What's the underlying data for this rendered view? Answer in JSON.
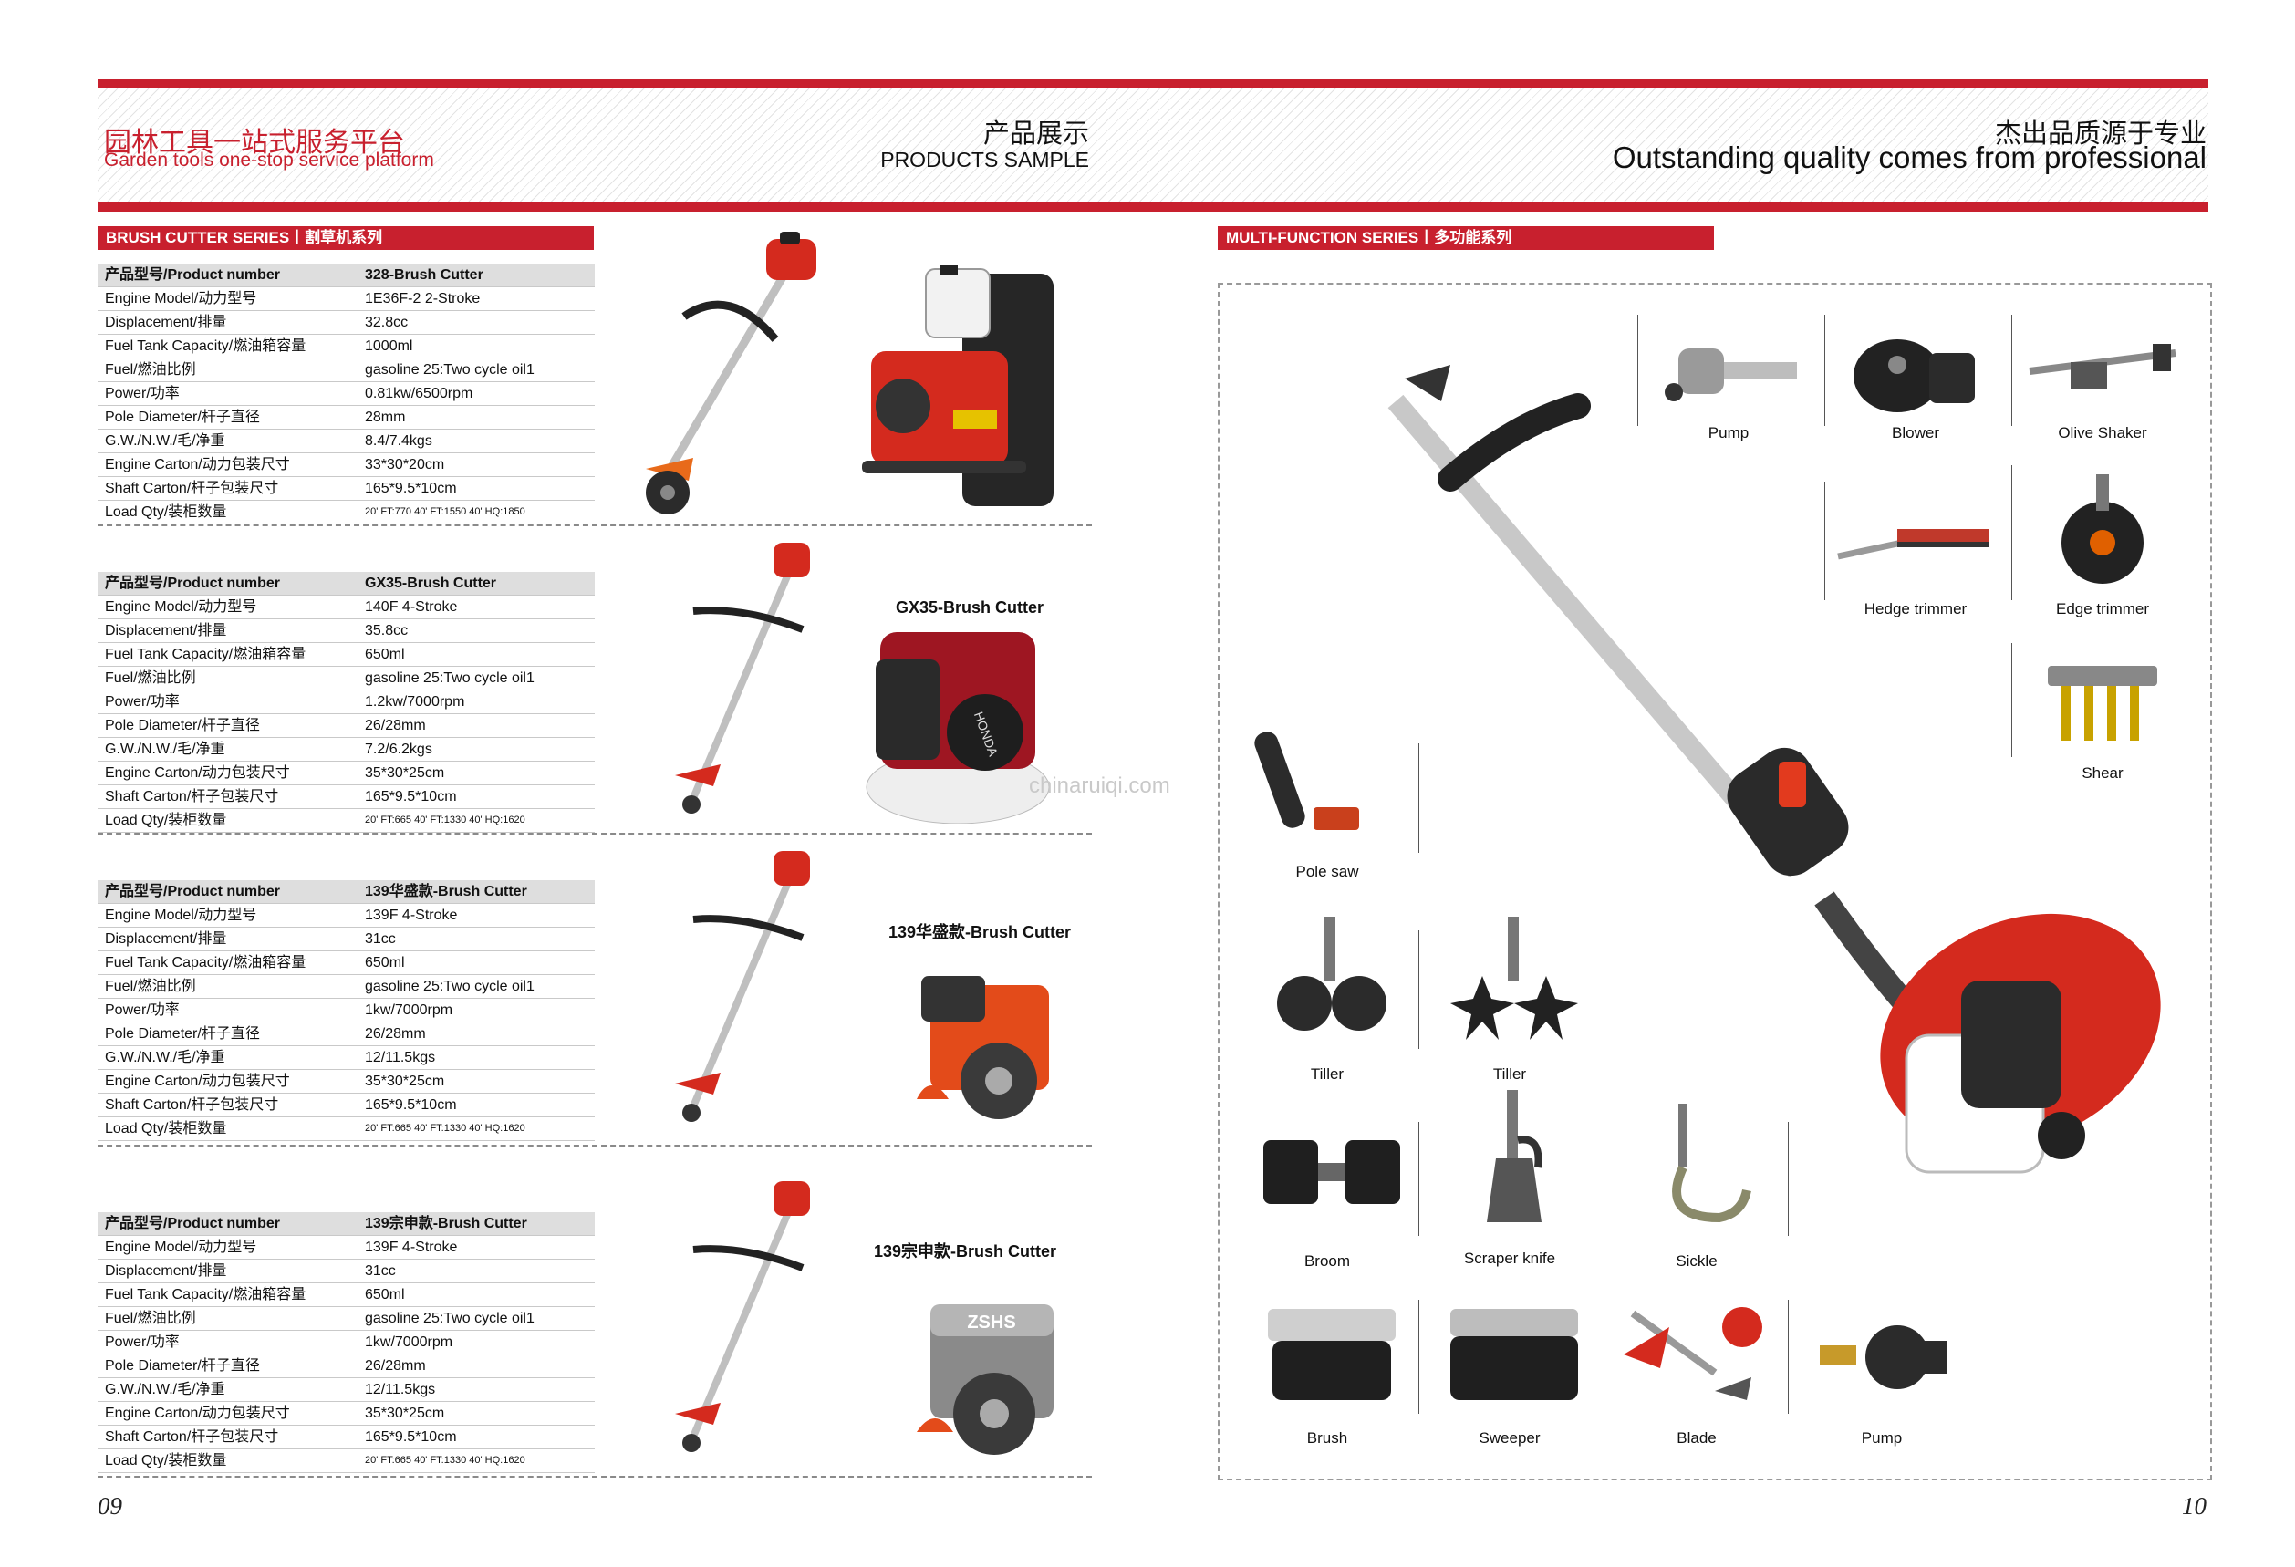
{
  "header": {
    "left_cn": "园林工具一站式服务平台",
    "left_en": "Garden tools one-stop service platform",
    "mid_cn": "产品展示",
    "mid_en": "PRODUCTS SAMPLE",
    "right_cn": "杰出品质源于专业",
    "right_en": "Outstanding quality comes from professional"
  },
  "brush_series": {
    "title": "BRUSH CUTTER SERIES丨割草机系列",
    "tables": [
      {
        "head": [
          "产品型号/Product number",
          "328-Brush Cutter"
        ],
        "rows": [
          [
            "Engine Model/动力型号",
            "1E36F-2  2-Stroke"
          ],
          [
            "Displacement/排量",
            "32.8cc"
          ],
          [
            "Fuel Tank Capacity/燃油箱容量",
            "1000ml"
          ],
          [
            "Fuel/燃油比例",
            "gasoline 25:Two cycle oil1"
          ],
          [
            "Power/功率",
            "0.81kw/6500rpm"
          ],
          [
            "Pole Diameter/杆子直径",
            "28mm"
          ],
          [
            "G.W./N.W./毛/净重",
            "8.4/7.4kgs"
          ],
          [
            "Engine Carton/动力包装尺寸",
            "33*30*20cm"
          ],
          [
            "Shaft Carton/杆子包装尺寸",
            "165*9.5*10cm"
          ]
        ],
        "load": [
          "Load Qty/装柜数量",
          "20' FT:770  40' FT:1550  40' HQ:1850"
        ]
      },
      {
        "head": [
          "产品型号/Product number",
          "GX35-Brush Cutter"
        ],
        "rows": [
          [
            "Engine Model/动力型号",
            "140F  4-Stroke"
          ],
          [
            "Displacement/排量",
            "35.8cc"
          ],
          [
            "Fuel Tank Capacity/燃油箱容量",
            "650ml"
          ],
          [
            "Fuel/燃油比例",
            "gasoline 25:Two cycle oil1"
          ],
          [
            "Power/功率",
            "1.2kw/7000rpm"
          ],
          [
            "Pole Diameter/杆子直径",
            "26/28mm"
          ],
          [
            "G.W./N.W./毛/净重",
            "7.2/6.2kgs"
          ],
          [
            "Engine Carton/动力包装尺寸",
            "35*30*25cm"
          ],
          [
            "Shaft Carton/杆子包装尺寸",
            "165*9.5*10cm"
          ]
        ],
        "load": [
          "Load Qty/装柜数量",
          "20' FT:665  40' FT:1330  40' HQ:1620"
        ]
      },
      {
        "head": [
          "产品型号/Product number",
          "139华盛款-Brush Cutter"
        ],
        "rows": [
          [
            "Engine Model/动力型号",
            "139F  4-Stroke"
          ],
          [
            "Displacement/排量",
            "31cc"
          ],
          [
            "Fuel Tank Capacity/燃油箱容量",
            "650ml"
          ],
          [
            "Fuel/燃油比例",
            "gasoline 25:Two cycle oil1"
          ],
          [
            "Power/功率",
            "1kw/7000rpm"
          ],
          [
            "Pole Diameter/杆子直径",
            "26/28mm"
          ],
          [
            "G.W./N.W./毛/净重",
            "12/11.5kgs"
          ],
          [
            "Engine Carton/动力包装尺寸",
            "35*30*25cm"
          ],
          [
            "Shaft Carton/杆子包装尺寸",
            "165*9.5*10cm"
          ]
        ],
        "load": [
          "Load Qty/装柜数量",
          "20' FT:665  40' FT:1330  40' HQ:1620"
        ]
      },
      {
        "head": [
          "产品型号/Product number",
          "139宗申款-Brush Cutter"
        ],
        "rows": [
          [
            "Engine Model/动力型号",
            "139F  4-Stroke"
          ],
          [
            "Displacement/排量",
            "31cc"
          ],
          [
            "Fuel Tank Capacity/燃油箱容量",
            "650ml"
          ],
          [
            "Fuel/燃油比例",
            "gasoline 25:Two cycle oil1"
          ],
          [
            "Power/功率",
            "1kw/7000rpm"
          ],
          [
            "Pole Diameter/杆子直径",
            "26/28mm"
          ],
          [
            "G.W./N.W./毛/净重",
            "12/11.5kgs"
          ],
          [
            "Engine Carton/动力包装尺寸",
            "35*30*25cm"
          ],
          [
            "Shaft Carton/杆子包装尺寸",
            "165*9.5*10cm"
          ]
        ],
        "load": [
          "Load Qty/装柜数量",
          "20' FT:665  40' FT:1330  40' HQ:1620"
        ]
      }
    ],
    "model_labels": [
      "GX35-Brush Cutter",
      "139华盛款-Brush Cutter",
      "139宗申款-Brush Cutter"
    ],
    "engine_marks": [
      "HONDA",
      "ZSHS"
    ]
  },
  "multi_series": {
    "title": "MULTI-FUNCTION SERIES丨多功能系列",
    "attachments": [
      "Pump",
      "Blower",
      "Olive Shaker",
      "Hedge trimmer",
      "Edge trimmer",
      "Shear",
      "Pole saw",
      "Tiller",
      "Tiller",
      "Broom",
      "Scraper knife",
      "Sickle",
      "Brush",
      "Sweeper",
      "Blade",
      "Pump"
    ]
  },
  "watermark": "chinaruiqi.com",
  "pages": {
    "left": "09",
    "right": "10"
  },
  "colors": {
    "accent": "#c8202e",
    "engine_red": "#d42a1e",
    "pole": "#bfbfbf",
    "dark": "#222222"
  }
}
